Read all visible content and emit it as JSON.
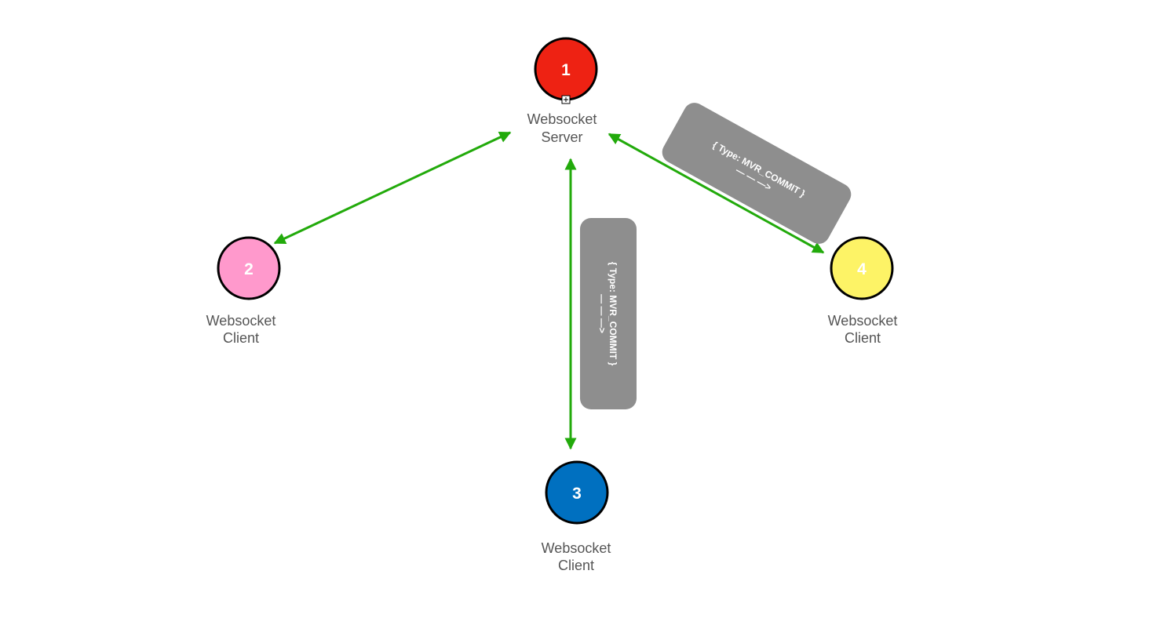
{
  "nodes": [
    {
      "id": "1",
      "label_line1": "Websocket",
      "label_line2": "Server",
      "fill": "#ee2213",
      "text_color": "#ffffff"
    },
    {
      "id": "2",
      "label_line1": "Websocket",
      "label_line2": "Client",
      "fill": "#ff99cc",
      "text_color": "#ffffff"
    },
    {
      "id": "3",
      "label_line1": "Websocket",
      "label_line2": "Client",
      "fill": "#0070c0",
      "text_color": "#ffffff"
    },
    {
      "id": "4",
      "label_line1": "Websocket",
      "label_line2": "Client",
      "fill": "#fdf366",
      "text_color": "#ffffff"
    }
  ],
  "edges": [
    {
      "from": "1",
      "to": "2",
      "color": "#22aa0b",
      "direction": "bidirectional"
    },
    {
      "from": "1",
      "to": "3",
      "color": "#22aa0b",
      "direction": "bidirectional"
    },
    {
      "from": "1",
      "to": "4",
      "color": "#22aa0b",
      "direction": "bidirectional"
    }
  ],
  "messages": [
    {
      "on_edge": "1-3",
      "line1": "{ Type: MVR_COMMIT }",
      "line2": "— — —>",
      "color": "#8e8e8e"
    },
    {
      "on_edge": "1-4",
      "line1": "{ Type: MVR_COMMIT }",
      "line2": "— — —>",
      "color": "#8e8e8e"
    }
  ],
  "colors": {
    "edge": "#22aa0b",
    "message_box": "#8e8e8e",
    "node_stroke": "#000000",
    "label_text": "#555555"
  }
}
